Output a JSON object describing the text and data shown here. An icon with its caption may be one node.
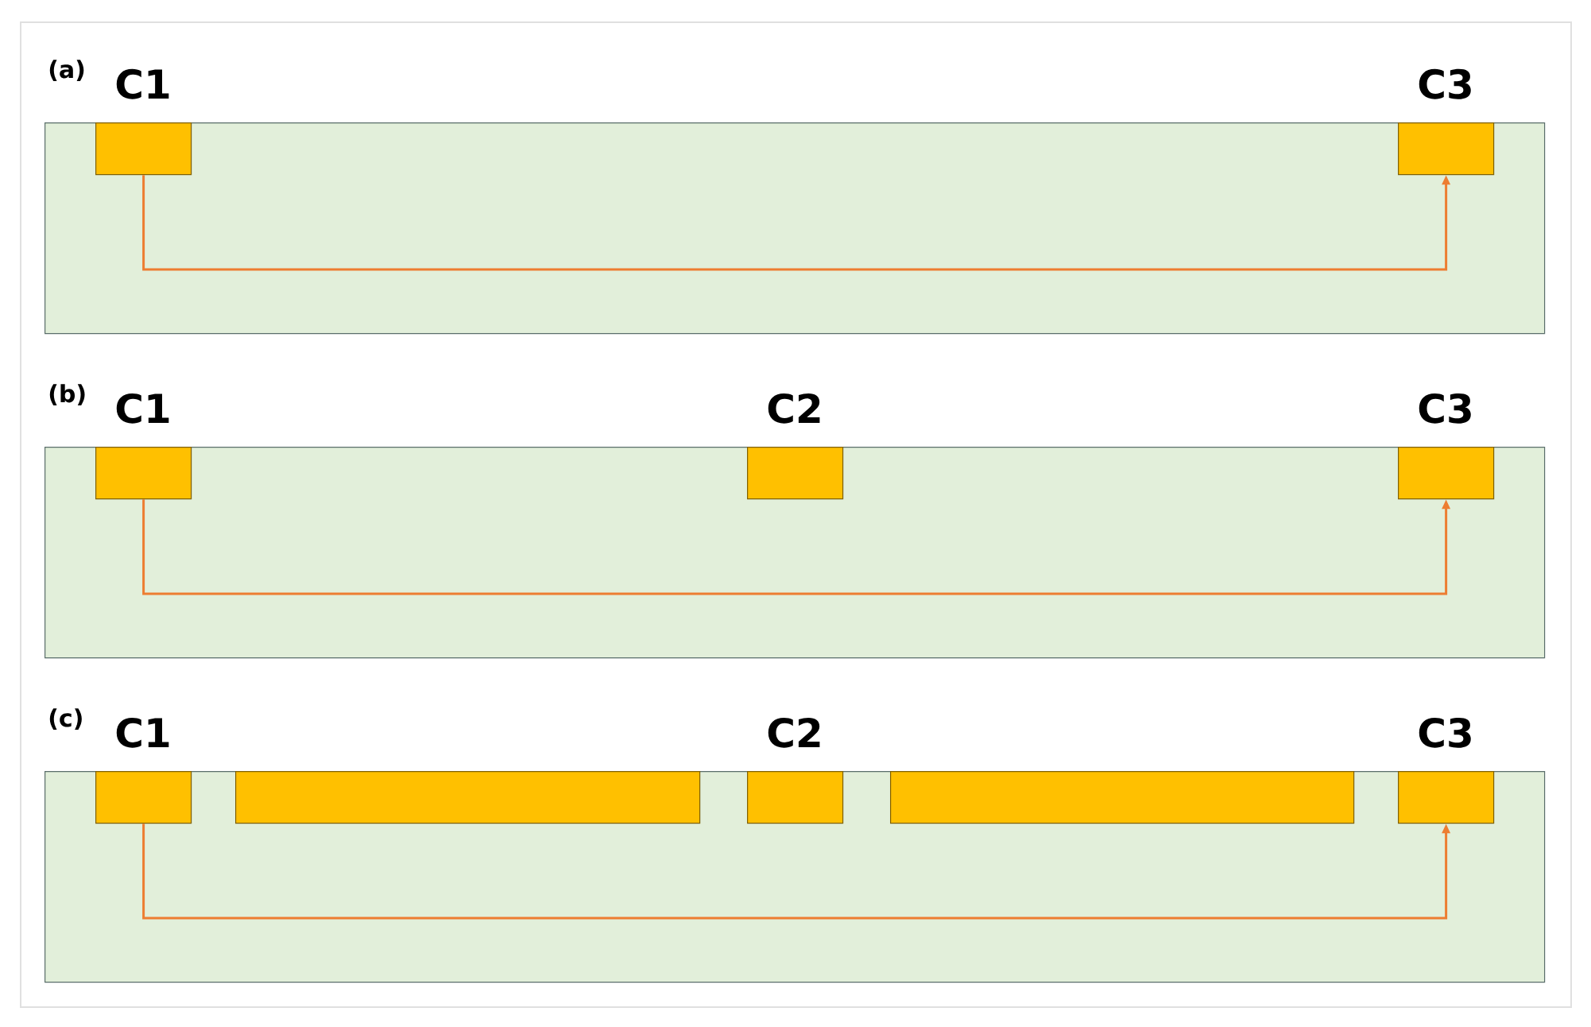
{
  "diagram": {
    "nodes": [
      {
        "text": [
          "(a)"
        ]
      },
      {
        "text": [
          "C1"
        ],
        "in": 0
      },
      {
        "text": [
          "C3"
        ],
        "in": 0
      },
      {
        "text": [
          "(b)"
        ]
      },
      {
        "text": [
          "C1"
        ],
        "in": 3
      },
      {
        "text": [
          "C2"
        ],
        "in": 3
      },
      {
        "text": [
          "C3"
        ],
        "in": 3
      },
      {
        "text": [
          "(c)"
        ]
      },
      {
        "text": [
          "C1"
        ],
        "in": 7
      },
      {
        "text": [],
        "shape": "bar",
        "in": 7
      },
      {
        "text": [
          "C2"
        ],
        "in": 7
      },
      {
        "text": [],
        "shape": "bar",
        "in": 7
      },
      {
        "text": [
          "C3"
        ],
        "in": 7
      }
    ],
    "edges": [
      {
        "from": 1,
        "to": 2,
        "arrow": "to"
      },
      {
        "from": 4,
        "to": 6,
        "arrow": "to"
      },
      {
        "from": 8,
        "to": 12,
        "arrow": "to"
      }
    ]
  }
}
